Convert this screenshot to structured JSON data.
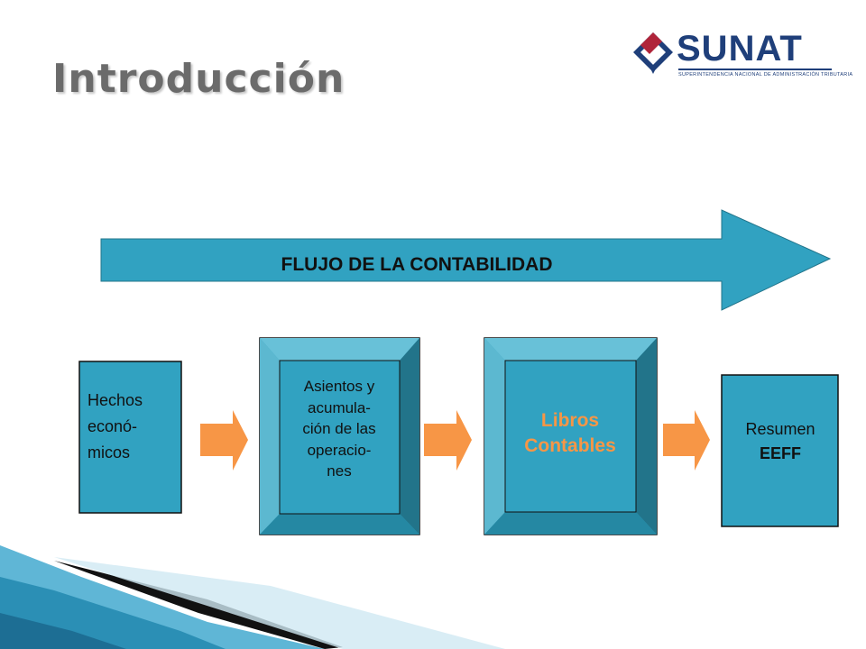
{
  "slide": {
    "title": "Introducción"
  },
  "logo": {
    "name": "SUNAT",
    "subtitle": "SUPERINTENDENCIA NACIONAL DE ADMINISTRACIÓN TRIBUTARIA"
  },
  "flow": {
    "label": "FLUJO DE LA CONTABILIDAD"
  },
  "boxes": [
    {
      "lines": [
        "Hechos",
        "econó-",
        "micos"
      ]
    },
    {
      "lines": [
        "Asientos y",
        "acumula-",
        "ción de las",
        "operacio-",
        "nes"
      ]
    },
    {
      "lines": [
        "Libros",
        "Contables"
      ]
    },
    {
      "lines": [
        "Resumen",
        "EEFF"
      ]
    }
  ],
  "colors": {
    "teal": "#31a2c1",
    "teal_dark": "#22748a",
    "teal_light": "#68c1d8",
    "orange": "#f79646",
    "title_gray": "#6b6b6b",
    "logo_blue": "#1f3f7a",
    "logo_red": "#b0243a"
  }
}
